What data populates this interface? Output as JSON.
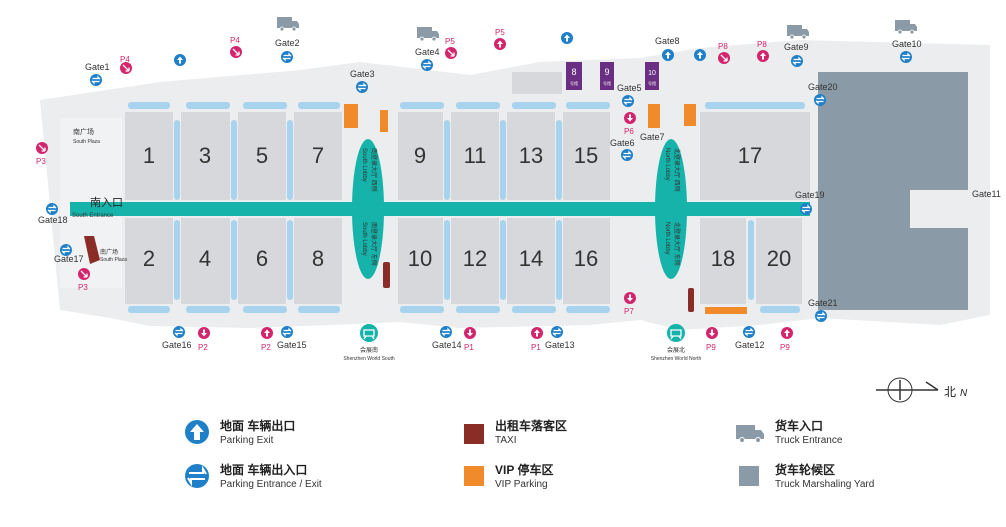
{
  "halls": {
    "h1": "1",
    "h3": "3",
    "h5": "5",
    "h7": "7",
    "h9": "9",
    "h11": "11",
    "h13": "13",
    "h15": "15",
    "h17": "17",
    "h2": "2",
    "h4": "4",
    "h6": "6",
    "h8": "8",
    "h10": "10",
    "h12": "12",
    "h14": "14",
    "h16": "16",
    "h18": "18",
    "h20": "20",
    "h8s": "8",
    "h9s": "9",
    "h10s": "10"
  },
  "gates": {
    "g1": "Gate1",
    "g2": "Gate2",
    "g3": "Gate3",
    "g4": "Gate4",
    "g5": "Gate5",
    "g6": "Gate6",
    "g7": "Gate7",
    "g8": "Gate8",
    "g9": "Gate9",
    "g10": "Gate10",
    "g11": "Gate11",
    "g12": "Gate12",
    "g13": "Gate13",
    "g14": "Gate14",
    "g15": "Gate15",
    "g16": "Gate16",
    "g17": "Gate17",
    "g18": "Gate18",
    "g19": "Gate19",
    "g20": "Gate20",
    "g21": "Gate21"
  },
  "parking": {
    "p1a": "P1",
    "p1b": "P1",
    "p2a": "P2",
    "p2b": "P2",
    "p3a": "P3",
    "p3b": "P3",
    "p4a": "P4",
    "p4b": "P4",
    "p5a": "P5",
    "p5b": "P5",
    "p6": "P6",
    "p7": "P7",
    "p8a": "P8",
    "p8b": "P8",
    "p9a": "P9",
    "p9b": "P9"
  },
  "places": {
    "south_plaza_zh": "南广场",
    "south_plaza_en": "South Plaza",
    "south_entrance_zh": "南入口",
    "south_entrance_en": "South Entrance",
    "south_lobby_zh": "南登录大厅 西侧",
    "south_lobby_en": "South Lobby",
    "south_lobby_zh2": "南登录大厅 东侧",
    "south_lobby_en2": "South Lobby",
    "north_lobby_zh": "北登录大厅 西侧",
    "north_lobby_en": "North Lobby",
    "north_lobby_zh2": "北登录大厅 东侧",
    "north_lobby_en2": "North Lobby",
    "metro_south_zh": "会展南",
    "metro_south_en": "Shenzhen World South",
    "metro_north_zh": "会展北",
    "metro_north_en": "Shenzhen World North",
    "small_hall_tag": "号馆"
  },
  "compass": {
    "zh": "北",
    "en": "N"
  },
  "legend": {
    "parking_exit_zh": "地面 车辆出口",
    "parking_exit_en": "Parking Exit",
    "parking_ee_zh": "地面 车辆出入口",
    "parking_ee_en": "Parking Entrance / Exit",
    "taxi_zh": "出租车落客区",
    "taxi_en": "TAXI",
    "vip_zh": "VIP 停车区",
    "vip_en": "VIP Parking",
    "truck_zh": "货车入口",
    "truck_en": "Truck Entrance",
    "yard_zh": "货车轮候区",
    "yard_en": "Truck Marshaling Yard"
  },
  "colors": {
    "teal": "#15b3aa",
    "hall": "#d6d8db",
    "blue": "#1f80c9",
    "pink": "#d4246c",
    "taxi": "#8b2d27",
    "vip": "#f08a2b",
    "yard": "#8a9aa6",
    "purple": "#6a2e82"
  }
}
